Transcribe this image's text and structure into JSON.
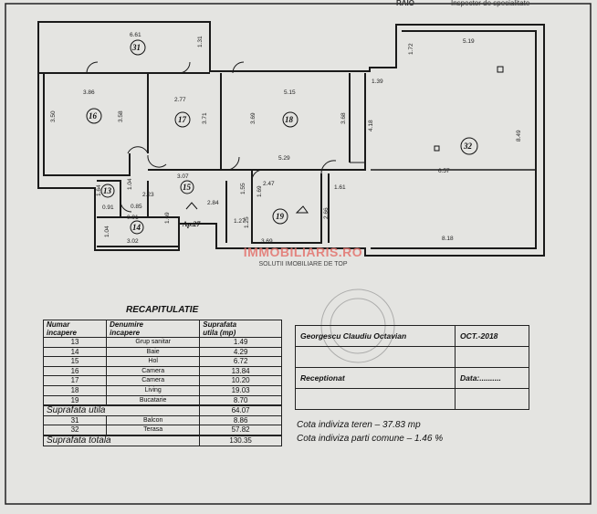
{
  "stamp": {
    "left": "RAIO",
    "right": "Inspector de specialitate"
  },
  "watermark": {
    "brand": "IMMOBILIARIS.RO",
    "tagline": "SOLUTII IMOBILIARE DE TOP"
  },
  "recap": {
    "title": "RECAPITULATIE",
    "headers": [
      [
        "Numar",
        "incapere"
      ],
      [
        "Denumire",
        "incapere"
      ],
      [
        "Suprafata",
        "utila (mp)"
      ]
    ],
    "rows": [
      [
        "13",
        "Grup sanitar",
        "1.49"
      ],
      [
        "14",
        "Baie",
        "4.29"
      ],
      [
        "15",
        "Hol",
        "6.72"
      ],
      [
        "16",
        "Camera",
        "13.84"
      ],
      [
        "17",
        "Camera",
        "10.20"
      ],
      [
        "18",
        "Living",
        "19.03"
      ],
      [
        "19",
        "Bucatarie",
        "8.70"
      ]
    ],
    "useful_label": "Suprafata utila",
    "useful_value": "64.07",
    "extra_rows": [
      [
        "31",
        "Balcon",
        "8.86"
      ],
      [
        "32",
        "Terasa",
        "57.82"
      ]
    ],
    "total_label": "Suprafata totala",
    "total_value": "130.35"
  },
  "signature": {
    "author": "Georgescu Claudiu Octavian",
    "date": "OCT.-2018",
    "receptionist": "Receptionat",
    "date_label": "Data:.........."
  },
  "cota": {
    "teren": "Cota indiviza teren  –  37.83 mp",
    "comune": "Cota indiviza parti comune  –  1.46 %"
  }
}
